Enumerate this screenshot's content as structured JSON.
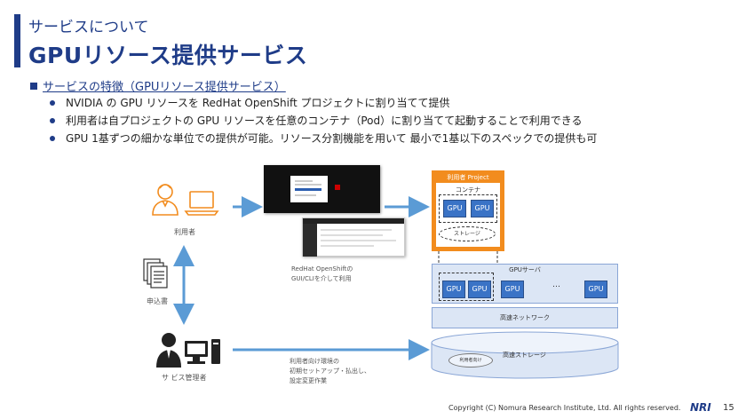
{
  "header": {
    "subtitle": "サービスについて",
    "title": "GPUリソース提供サービス"
  },
  "section": {
    "heading": "サービスの特徴（GPUリソース提供サービス）",
    "bullets": [
      "NVIDIA の GPU リソースを RedHat OpenShift プロジェクトに割り当てて提供",
      "利用者は自プロジェクトの GPU リソースを任意のコンテナ（Pod）に割り当てて起動することで利用できる",
      "GPU 1基ずつの細かな単位での提供が可能。リソース分割機能を用いて 最小で1基以下のスペックでの提供も可"
    ]
  },
  "diagram": {
    "user_label": "利用者",
    "application_label": "申込書",
    "admin_label": "サ ビス管理者",
    "console_caption": [
      "RedHat OpenShiftの",
      "GUI/CLIを介して利用"
    ],
    "admin_caption": [
      "利用者向け環境の",
      "初期セットアップ・払出し、",
      "設定変更作業"
    ],
    "project": {
      "title": "利用者 Project",
      "container_label": "コンテナ",
      "gpus": [
        "GPU",
        "GPU"
      ],
      "storage_label": "ストレージ"
    },
    "server": {
      "title": "GPUサーバ",
      "gpus": [
        "GPU",
        "GPU",
        "GPU",
        "GPU"
      ],
      "ellipsis": "…"
    },
    "network_label": "高速ネットワーク",
    "storage": {
      "label": "高速ストレージ",
      "inner_label": "利用者向け"
    }
  },
  "colors": {
    "brand_blue": "#1f3c88",
    "arrow_blue": "#5b9bd5",
    "project_orange": "#f28c1e",
    "gpu_blue": "#3a73c6",
    "infra_light_blue": "#dce6f5"
  },
  "footer": {
    "copyright": "Copyright (C)   Nomura Research Institute, Ltd. All rights reserved.",
    "logo_text": "NRI",
    "page_number": "15"
  }
}
